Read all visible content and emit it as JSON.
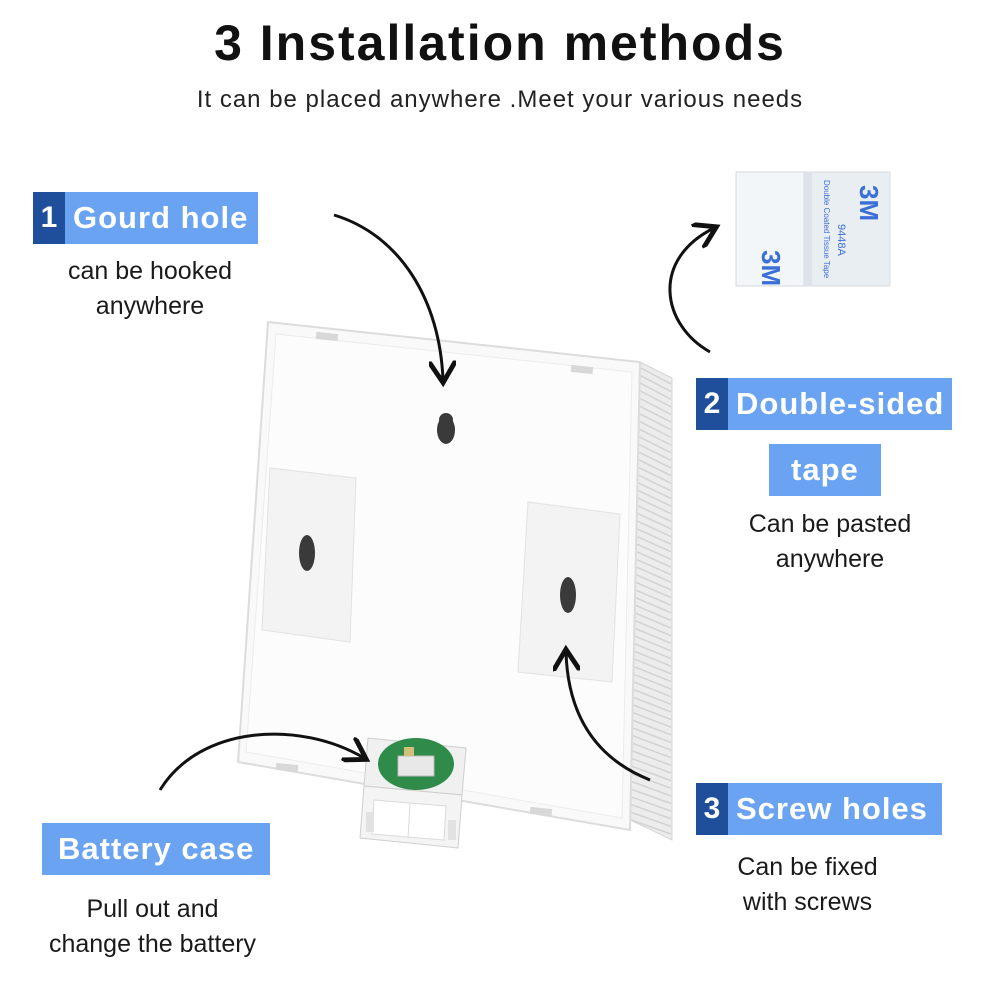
{
  "header": {
    "title": "3 Installation methods",
    "subtitle": "It can be placed anywhere .Meet your various needs"
  },
  "methods": [
    {
      "number": "1",
      "label": "Gourd hole",
      "desc_line1": "can be hooked",
      "desc_line2": "anywhere"
    },
    {
      "number": "2",
      "label": "Double-sided",
      "label2": "tape",
      "desc_line1": "Can be pasted",
      "desc_line2": "anywhere"
    },
    {
      "number": "3",
      "label": "Screw holes",
      "desc_line1": "Can be fixed",
      "desc_line2": "with screws"
    }
  ],
  "battery": {
    "label": "Battery case",
    "desc_line1": "Pull out and",
    "desc_line2": "change the battery"
  },
  "tape_image": {
    "brand_text": "3M",
    "print_text": "Double Coated Tissue Tape",
    "model_text": "9448A"
  },
  "colors": {
    "tag_dark": "#1f4f9a",
    "tag_light": "#6aa3f2",
    "device": "#fafafa",
    "pcb": "#2e8b4a"
  }
}
